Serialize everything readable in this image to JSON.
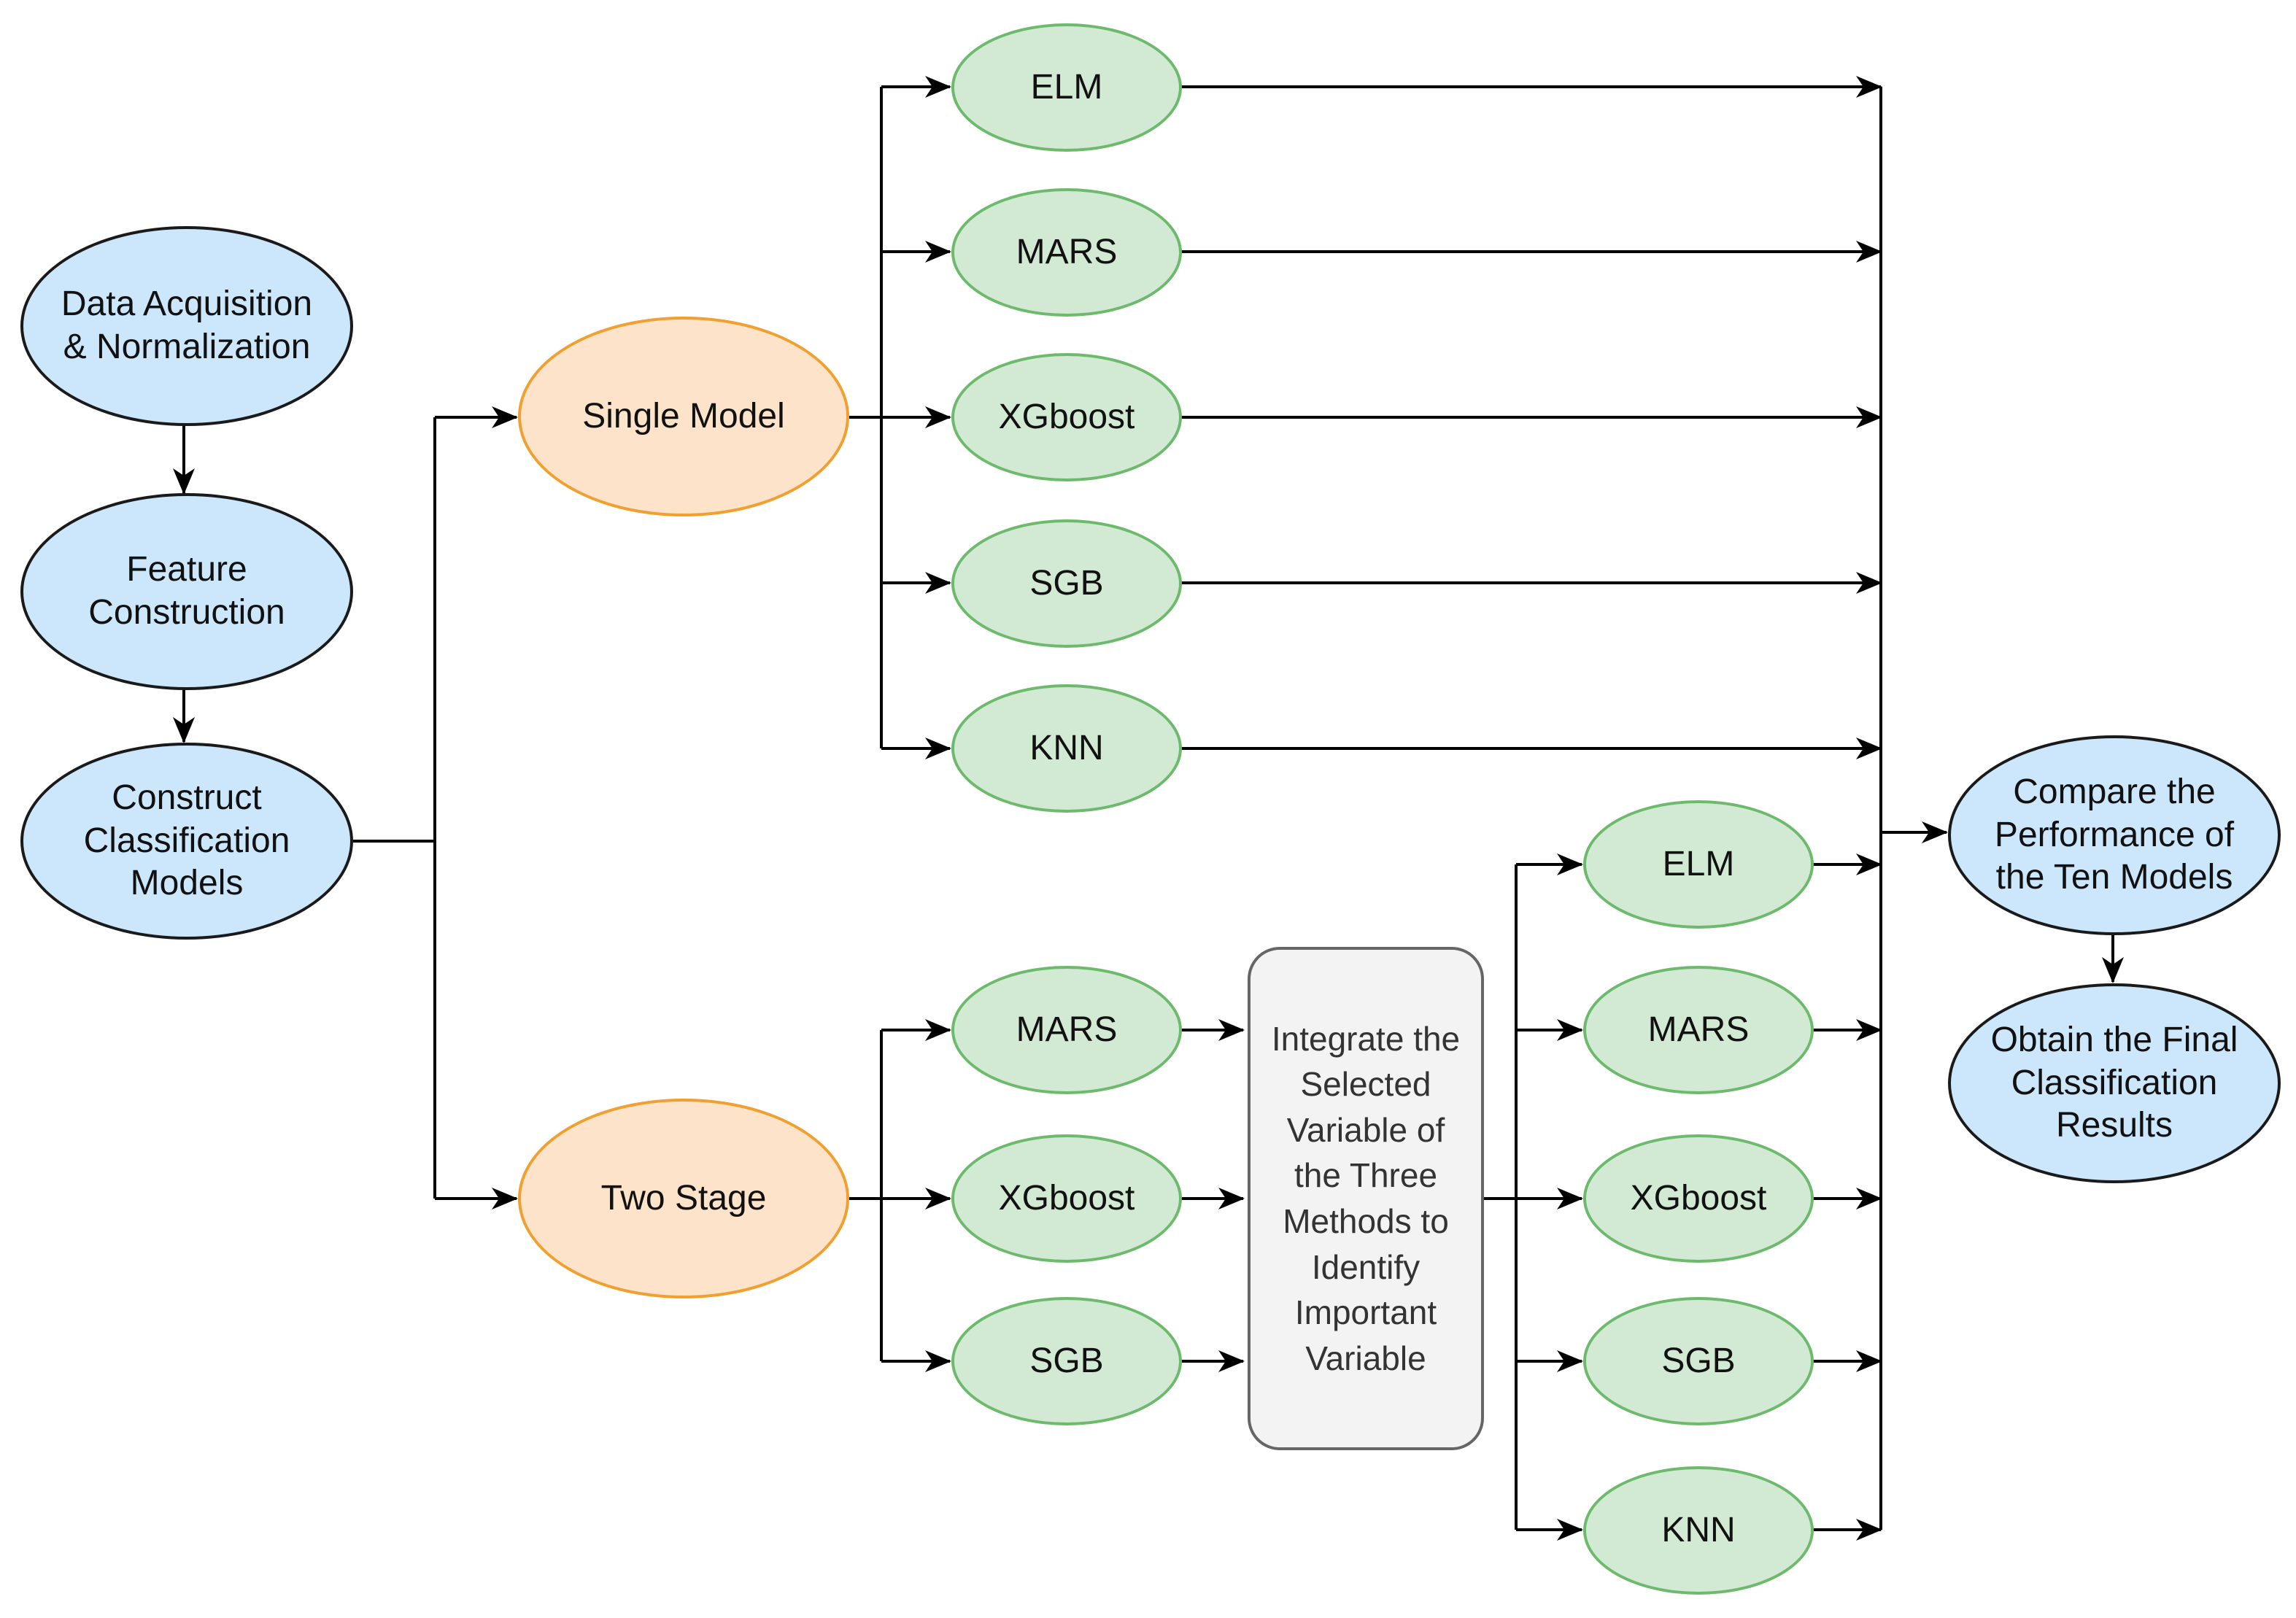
{
  "nodes": {
    "data_acq": "Data Acquisition\n& Normalization",
    "feature": "Feature\nConstruction",
    "construct": "Construct\nClassification\nModels",
    "single": "Single Model",
    "two": "Two Stage",
    "s_elm": "ELM",
    "s_mars": "MARS",
    "s_xgb": "XGboost",
    "s_sgb": "SGB",
    "s_knn": "KNN",
    "t_mars": "MARS",
    "t_xgb": "XGboost",
    "t_sgb": "SGB",
    "integrate": "Integrate the\nSelected\nVariable of\nthe Three\nMethods to\nIdentify\nImportant\nVariable",
    "r_elm": "ELM",
    "r_mars": "MARS",
    "r_xgb": "XGboost",
    "r_sgb": "SGB",
    "r_knn": "KNN",
    "compare": "Compare the\nPerformance of\nthe Ten Models",
    "final": "Obtain the Final\nClassification\nResults"
  },
  "colors": {
    "input_fill": "#cce6fb",
    "stage_fill": "#fde3c9",
    "stage_border": "#f0a030",
    "model_fill": "#d2e9d4",
    "model_border": "#6dba6d",
    "process_fill": "#f3f3f3",
    "line": "#000000"
  }
}
